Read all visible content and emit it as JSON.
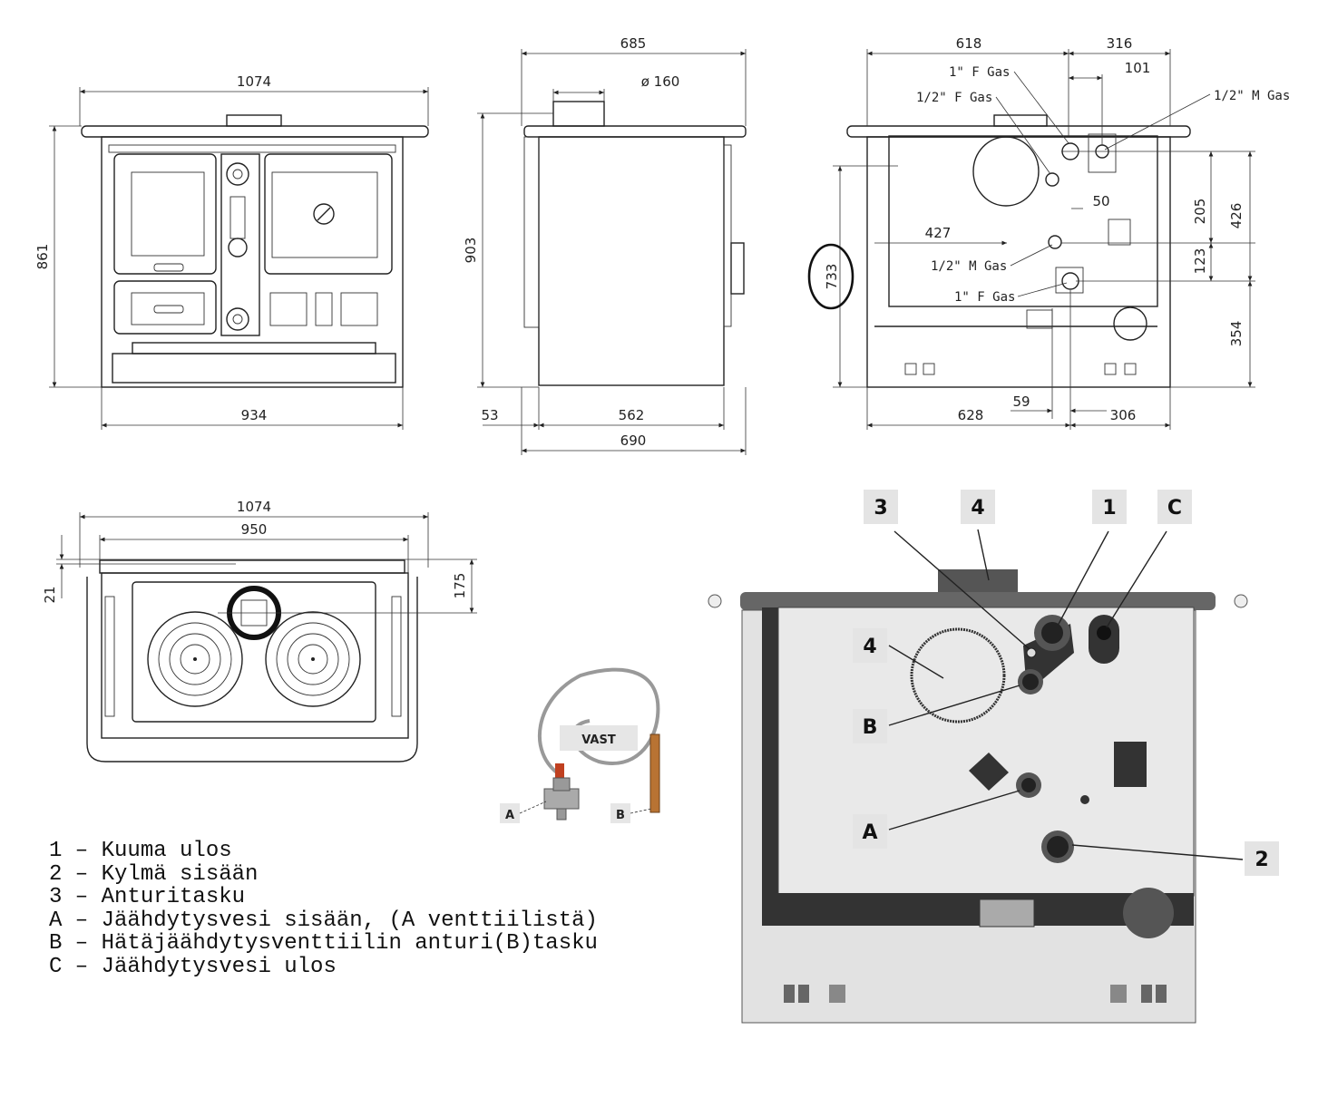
{
  "dimensions": {
    "front_width_top": "1074",
    "front_height": "861",
    "front_width_base": "934",
    "side_depth_top": "685",
    "side_flue": "ø 160",
    "side_height": "903",
    "side_foot": "53",
    "side_body": "562",
    "side_total": "690",
    "rear_left_top": "618",
    "rear_right_top": "316",
    "rear_right_inner": "101",
    "rear_50": "50",
    "rear_427": "427",
    "rear_205": "205",
    "rear_426": "426",
    "rear_123": "123",
    "rear_354": "354",
    "rear_733": "733",
    "rear_59": "59",
    "rear_628": "628",
    "rear_306": "306",
    "top_1074": "1074",
    "top_950": "950",
    "top_21": "21",
    "top_175": "175"
  },
  "gas_labels": {
    "g1": "1\" F Gas",
    "g2": "1/2\" F Gas",
    "g3": "1/2\" M Gas",
    "g4": "1/2\" M Gas",
    "g5": "1\" F Gas"
  },
  "valve": {
    "tag": "VAST",
    "label_a": "A",
    "label_b": "B"
  },
  "callouts": {
    "c3": "3",
    "c4_top": "4",
    "c1": "1",
    "cC": "C",
    "c4": "4",
    "cB": "B",
    "cA": "A",
    "c2": "2"
  },
  "legend": [
    "1 – Kuuma ulos",
    "2 – Kylmä sisään",
    "3 – Anturitasku",
    "A – Jäähdytysvesi sisään, (A venttiilistä)",
    "B – Hätäjäähdytysventtiilin anturi(B)tasku",
    "C – Jäähdytysvesi ulos"
  ],
  "colors": {
    "line": "#222222",
    "panel_fill": "#e6e6e6",
    "dark_band": "#3a3a3a",
    "callout_box": "#e4e4e4"
  }
}
